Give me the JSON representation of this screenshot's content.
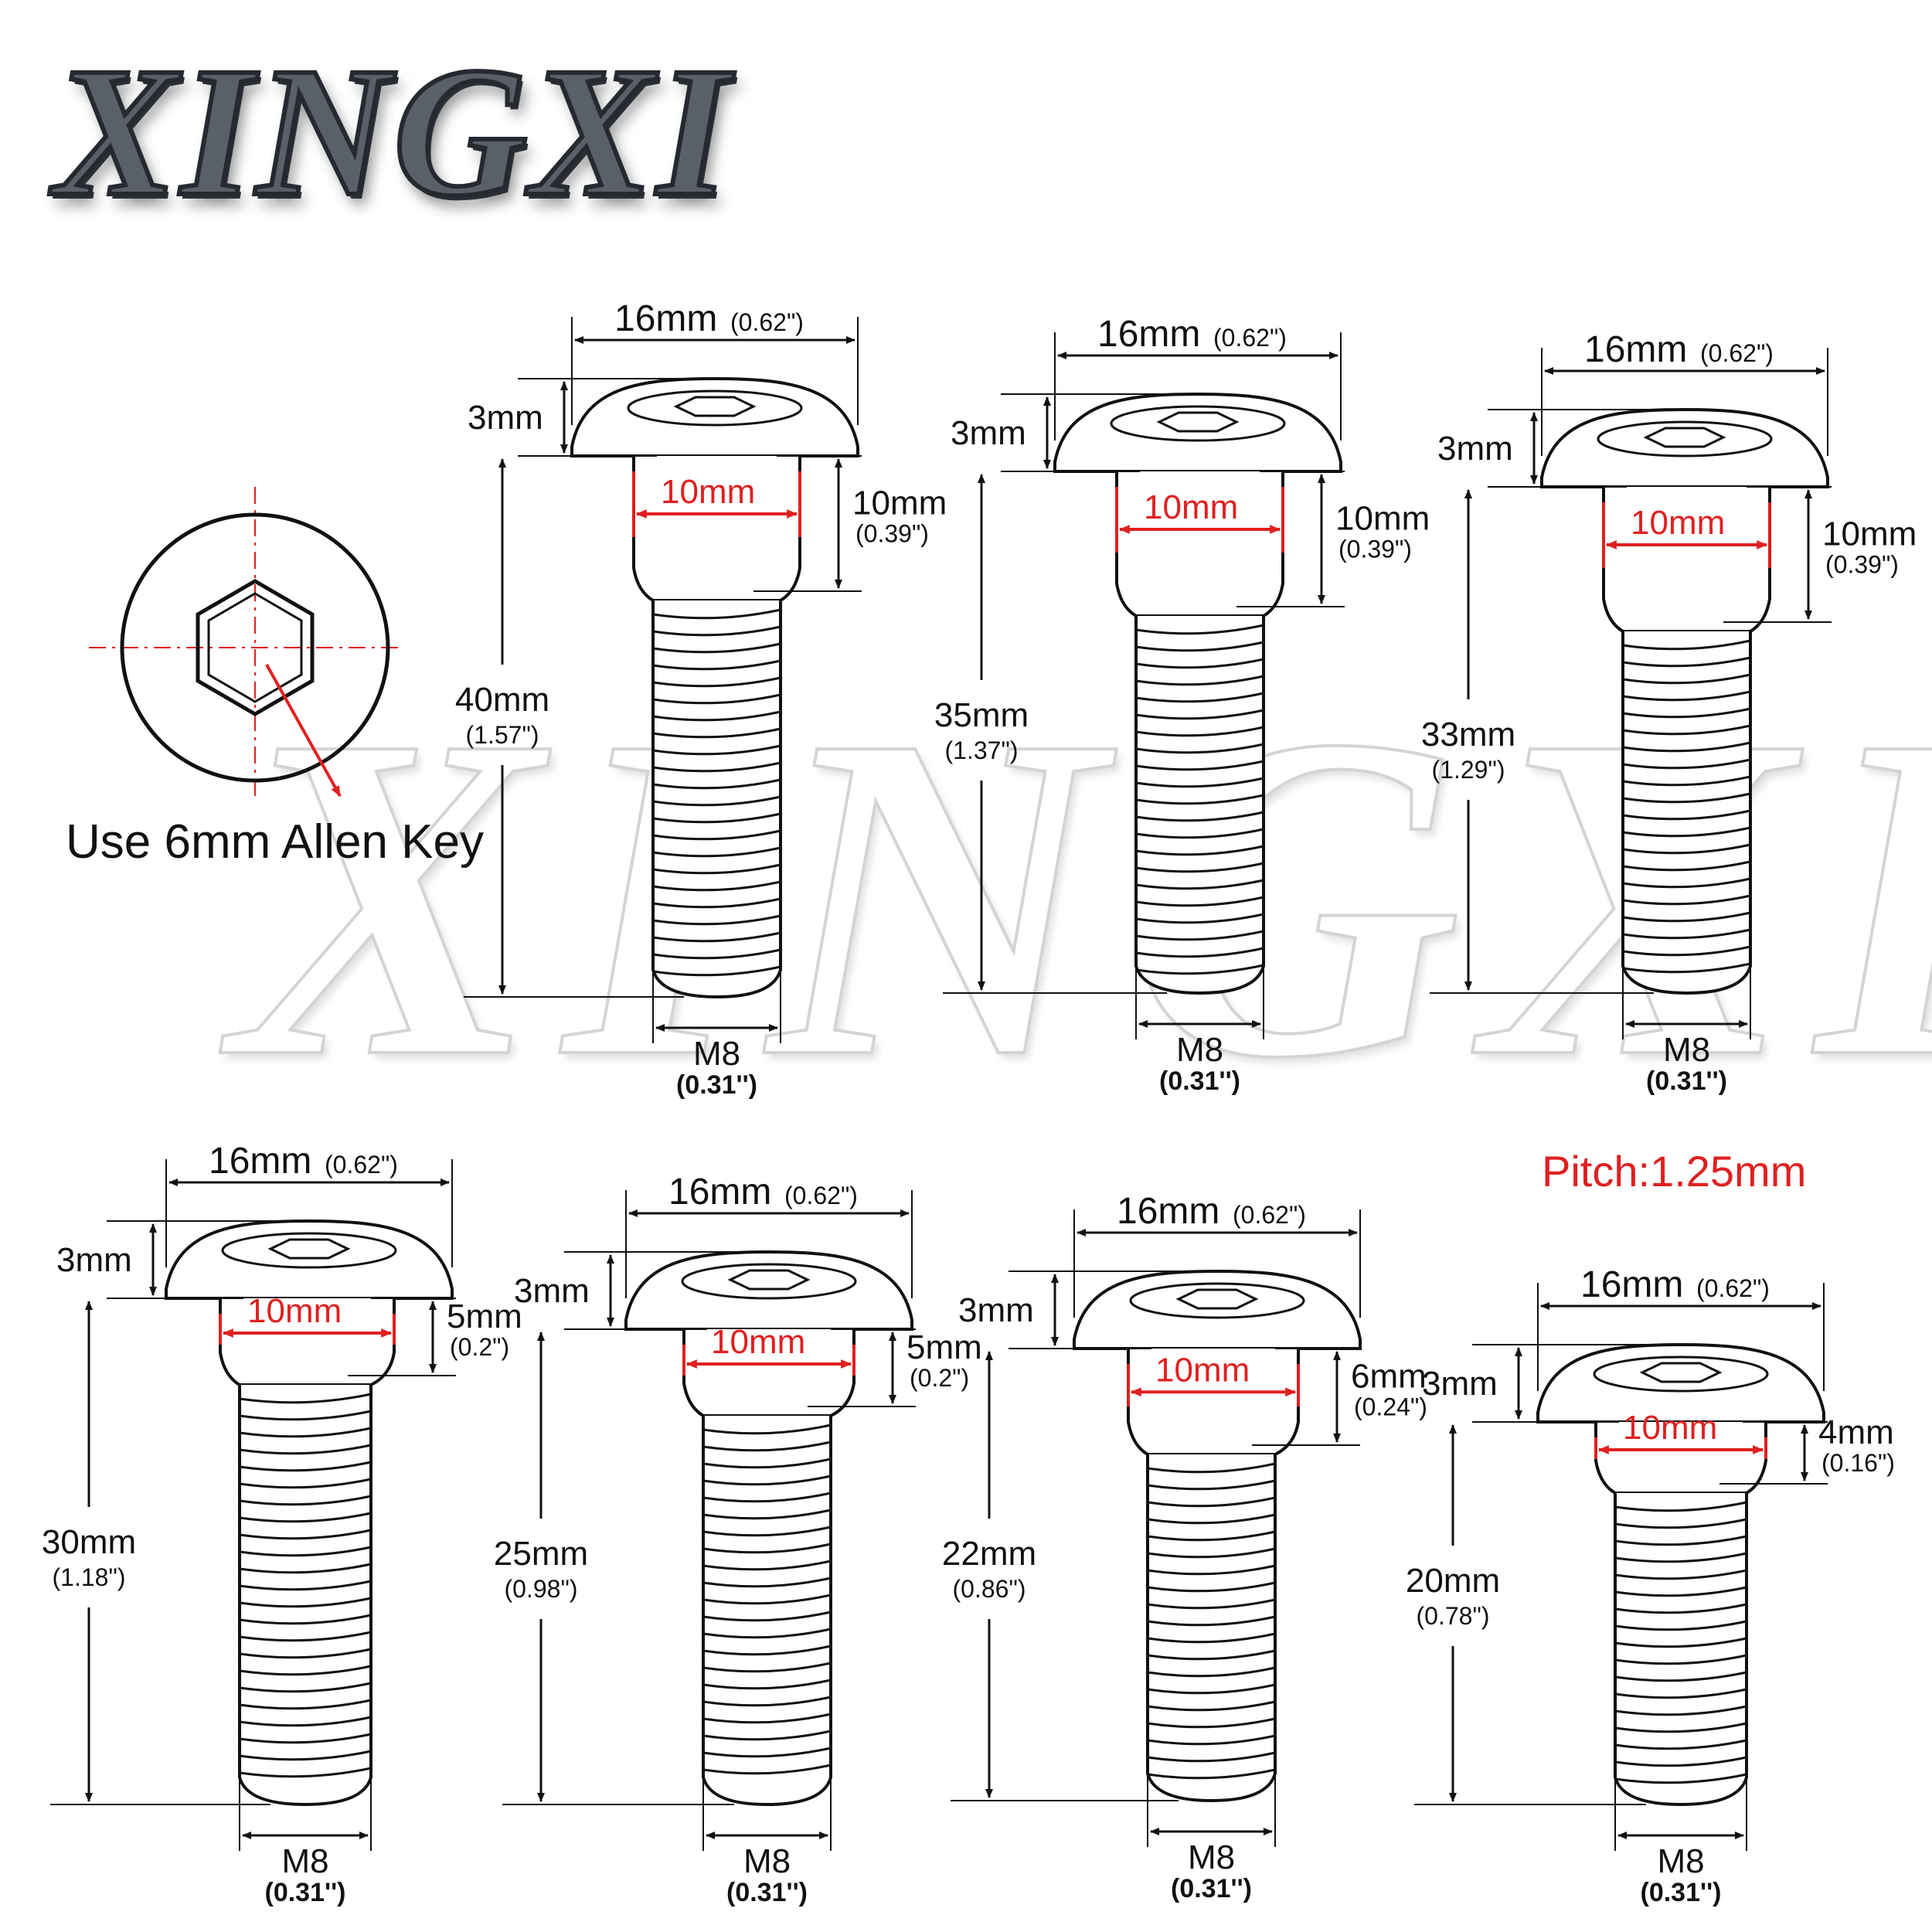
{
  "brand": {
    "logo_text": "XINGXI",
    "watermark_text": "XINGXI"
  },
  "allen_key_label": "Use 6mm Allen Key",
  "pitch_label": "Pitch:1.25mm",
  "colors": {
    "accent_red": "#e02020",
    "line": "#111111"
  },
  "bolts": [
    {
      "head_width": "16mm",
      "head_width_in": "(0.62\")",
      "head_height": "3mm",
      "shoulder_diameter": "10mm",
      "shoulder_length": "10mm",
      "shoulder_length_in": "(0.39\")",
      "length": "40mm",
      "length_in": "(1.57\")",
      "thread": "M8",
      "thread_in": "(0.31'')"
    },
    {
      "head_width": "16mm",
      "head_width_in": "(0.62\")",
      "head_height": "3mm",
      "shoulder_diameter": "10mm",
      "shoulder_length": "10mm",
      "shoulder_length_in": "(0.39\")",
      "length": "35mm",
      "length_in": "(1.37\")",
      "thread": "M8",
      "thread_in": "(0.31'')"
    },
    {
      "head_width": "16mm",
      "head_width_in": "(0.62\")",
      "head_height": "3mm",
      "shoulder_diameter": "10mm",
      "shoulder_length": "10mm",
      "shoulder_length_in": "(0.39\")",
      "length": "33mm",
      "length_in": "(1.29\")",
      "thread": "M8",
      "thread_in": "(0.31'')"
    },
    {
      "head_width": "16mm",
      "head_width_in": "(0.62\")",
      "head_height": "3mm",
      "shoulder_diameter": "10mm",
      "shoulder_length": "5mm",
      "shoulder_length_in": "(0.2\")",
      "length": "30mm",
      "length_in": "(1.18\")",
      "thread": "M8",
      "thread_in": "(0.31'')"
    },
    {
      "head_width": "16mm",
      "head_width_in": "(0.62\")",
      "head_height": "3mm",
      "shoulder_diameter": "10mm",
      "shoulder_length": "5mm",
      "shoulder_length_in": "(0.2\")",
      "length": "25mm",
      "length_in": "(0.98\")",
      "thread": "M8",
      "thread_in": "(0.31'')"
    },
    {
      "head_width": "16mm",
      "head_width_in": "(0.62\")",
      "head_height": "3mm",
      "shoulder_diameter": "10mm",
      "shoulder_length": "6mm",
      "shoulder_length_in": "(0.24\")",
      "length": "22mm",
      "length_in": "(0.86\")",
      "thread": "M8",
      "thread_in": "(0.31'')"
    },
    {
      "head_width": "16mm",
      "head_width_in": "(0.62\")",
      "head_height": "3mm",
      "shoulder_diameter": "10mm",
      "shoulder_length": "4mm",
      "shoulder_length_in": "(0.16\")",
      "length": "20mm",
      "length_in": "(0.78\")",
      "thread": "M8",
      "thread_in": "(0.31'')"
    }
  ]
}
